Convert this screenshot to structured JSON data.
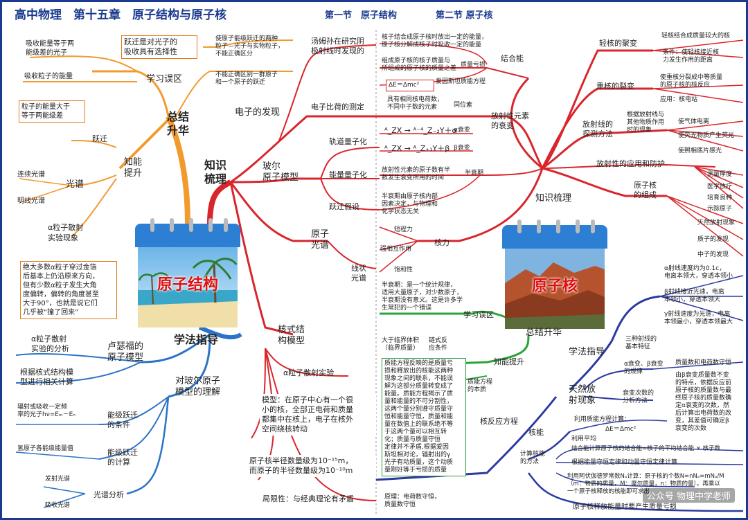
{
  "header": {
    "title": "高中物理　第十五章　原子结构与原子核",
    "section1": "第一节　原子结构",
    "section2": "第二节 原子核"
  },
  "left": {
    "center": "原子结构",
    "zongjie": "总结\n升华",
    "xuexiwuqu": "学习误区",
    "box_yueqian": "跃迁是对光子的\n吸收具有选择性",
    "t_wuqu1": "使原子能级跃迁的两种\n粒子—光子与实物粒子，\n不能正确区分",
    "t_wuqu2": "不能正确区别一群原子\n和一个原子的跃迁",
    "t_xishou1": "吸收能量等于两\n能级差的光子",
    "t_xishou2": "吸收粒子的能量",
    "box_lizi": "粒子的能量大于\n等于两能级差",
    "yueqian": "跃迁",
    "zhineng": "知能\n提升",
    "guangpu": "光谱",
    "lianxu": "连续光谱",
    "mingxian": "明线光谱",
    "alpha_exp": "α粒子散射\n实验现象",
    "box_alpha": "绝大多数α粒子穿过金箔\n后基本上仍沿原来方向，\n但有少数α粒子发生大角\n度偏转，偏转的角度甚至\n大于90°，也就是说它们\n几乎被“撞了回来”",
    "zhishi": "知识\n梳理",
    "dianzi": "电子的发现",
    "tangmu": "汤姆孙在研究阴\n极射线时发现的",
    "bihe": "电子比荷的测定",
    "boer": "玻尔\n原子模型",
    "guidao": "轨道量子化",
    "nengliang": "能量量子化",
    "yueqianjiashe": "跃迁假设",
    "yuanziguangpu": "原子\n光谱",
    "xianzhuang": "线状\n光谱",
    "hexin": "核式结\n构模型",
    "alpha_shiyan": "α粒子散射实验",
    "moxing": "模型：在原子中心有一个很\n小的核，全部正电荷和质量\n都集中在核上，电子在核外\n空间绕核转动",
    "banjing": "原子核半径数量级为10⁻¹⁵m，\n而原子的半径数量级为10⁻¹⁰m",
    "juxian": "局限性：与经典理论有矛盾",
    "xuefa": "学法指导",
    "lusefu": "卢瑟福的\n原子模型",
    "alpha_fenxi": "α粒子散射\n实验的分析",
    "genju": "根据核式结构模\n型进行相关计算",
    "duiboer": "对玻尔原子\n模型的理解",
    "fushe": "辐射或吸收一定频\n率的光子hν=Eₘ－Eₙ",
    "tiaojian": "能级跃迁\n的条件",
    "qingyuanzi": "氢原子各能级能量值",
    "jisuan": "能级跃迁\n的计算",
    "guangpufenxi": "光谱分析",
    "fashe": "发射光谱",
    "xishouguangpu": "吸收光谱"
  },
  "right": {
    "center": "原子核",
    "zhishi": "知识梳理",
    "t_hejie": "核子结合成原子核时放出一定的能量，\n原子核分解成核子时吸收一定的能量",
    "jiehe": "结合能",
    "t_zhiliang": "组成原子核的核子质量与\n所组成的原子核的质量之差",
    "zhiliangkuisun": "质量亏损",
    "box_emc": "ΔE＝Δmc²",
    "aiyinsitan": "爱因斯坦质能方程",
    "t_tongwei": "具有相同核电荷数，\n不同中子数的元素",
    "tongwei": "同位素",
    "fangshexing": "放射性元素\n的衰变",
    "alpha_eq": "ᴬ_ZX → ᴬ⁻⁴_Z₋₂Y＋α",
    "alpha_shuai": "α衰变",
    "beta_eq": "ᴬ_ZX → ᴬ_Z₊₁Y＋β",
    "beta_shuai": "β衰变",
    "t_banshuai": "放射性元素的原子数有半\n数发生衰变所用的时间",
    "banshuaiqi": "半衰期",
    "t_banshuai2": "半衰期由原子核内部\n因素决定，与物理和\n化学状态无关",
    "qinghe": "轻核的聚变",
    "t_qinghe1": "轻核结合成质量较大的核",
    "t_qinghe2": "条件：使轻核接近核\n力发生作用的距离",
    "zhonghe": "重核的裂变",
    "t_zhong1": "使重核分裂成中等质量\n的原子核的核反应",
    "t_zhong2": "应用：核电站",
    "tance": "放射线的\n探测方法",
    "t_tance": "根据放射线与\n其他物质作用\n时的现象",
    "tance1": "使气体电离",
    "tance2": "使荧光物质产生荧光",
    "tance3": "使照相底片感光",
    "yingyong": "放射性的应用和防护",
    "yy1": "测量厚度",
    "yy2": "医学放疗",
    "yy3": "培育良种",
    "yy4": "示踪原子",
    "zucheng": "原子核\n的组成",
    "zc1": "天然放射现象",
    "zc2": "质子的发现",
    "zc3": "中子的发现",
    "duanchengli": "短程力",
    "heli": "核力",
    "qiangxiang": "强相互作用",
    "baohe": "饱和性",
    "t_banshuaiwuqu": "半衰期：是一个统计规律，\n适用大量原子，对少数原子，\n半衰期没有意义。这是许多学\n生常犯的一个错误",
    "xuexiwuqu": "学习误区",
    "zongjie": "总结升华",
    "linjie": "大于临界体积\n（临界质量）",
    "liansuo": "链式反\n应条件",
    "zhineng": "知能提升",
    "box_zhineng": "质能方程反映的是质量亏\n损和释放出的核能这两种\n现象之间的联系，不能误\n解为这部分质量转变成了\n能量。质能方程揭示了质\n量和能量的不可分割性，\n这两个量分别遵守质量守\n恒和能量守恒，质量和能\n量在数值上的联系绝不等\n于这两个量可以相互转\n化；质量与质量守恒\n定律并不矛盾,根据爱因\n斯坦相对论，辐射出的γ\n光子有动质量，这个动质\n量刚好等于亏损的质量",
    "benzhi": "质能方程\n的本质",
    "hefanying": "核反应方程",
    "yuanli": "原理：电荷数守恒，\n质量数守恒",
    "xuefa": "学法指导",
    "sanzhong": "三种射线的\n基本特征",
    "alpha_tez": "α射线速度约为0.1c，\n电离本领大，穿透本领小",
    "beta_tez": "β射线接近光速，电离\n本领小，穿透本领大",
    "gamma_tez": "γ射线速度为光速，电离\n本领最小，穿透本领最大",
    "tianran": "天然放\n射现象",
    "ab_guilv": "α衰变、β衰变\n的规律",
    "zhiliangshu": "质量数和电荷数守恒",
    "shuaibian_fenxi": "衰变次数的\n分析方法",
    "t_shuaibian": "由β衰变质量数不变\n的特点，依据反应前\n原子核的质量数与最\n终原子核的质量数确\n定α衰变的次数，然\n后计算出电荷数的改\n变，其差值可确定β\n衰变的次数",
    "heneng": "核能",
    "jisuanfangfa": "计算核能\n的方法",
    "t_limyong": "利用质能方程计算：",
    "box_emc2": "ΔE＝Δmc²",
    "liyong": "利用平均",
    "jiehe_calc": "结合能计算原子核的结合能=核子的平均结合能 × 核子数",
    "genju_shouheng": "根据能量守恒定律和动量守恒定律计算",
    "afujiade": "利用阿伏伽德罗常数Nₐ计算：原子核的个数N=nNₐ=mNₐ/M\n（m：物质的质量，M：摩尔质量，n：物质的量）。再乘以\n一个原子核释放的核能即可求出",
    "bottom": "原子核释放能量时要产生质量亏损"
  },
  "watermark": "公众号 物理中学老师"
}
